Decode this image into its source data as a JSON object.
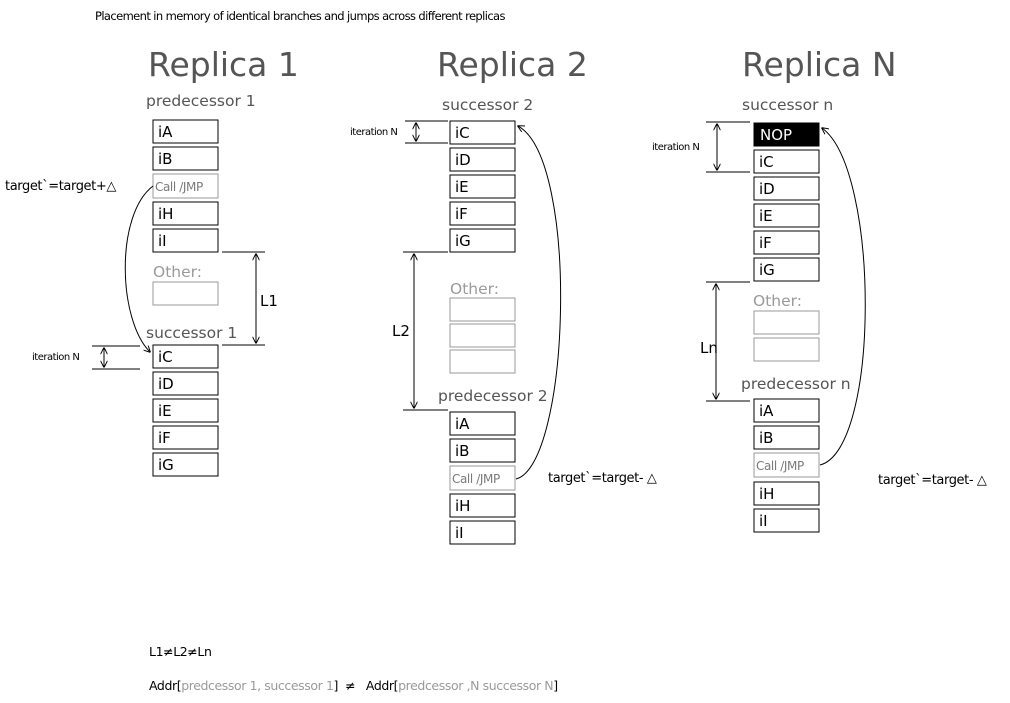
{
  "title": "Placement in memory of identical branches and jumps across different replicas",
  "replicas": [
    {
      "name": "Replica 1",
      "pre_label": "predecessor 1",
      "top_blocks": [
        "iA",
        "iB",
        "Call /JMP",
        "iH",
        "iI"
      ],
      "other_label": "Other:",
      "gap_label": "L1",
      "post_label": "successor 1",
      "bottom_blocks": [
        "iC",
        "iD",
        "iE",
        "iF",
        "iG"
      ],
      "iteration_label": "iteration N",
      "target_label": "target`=target+△"
    },
    {
      "name": "Replica 2",
      "pre_label": "successor 2",
      "top_blocks": [
        "iC",
        "iD",
        "iE",
        "iF",
        "iG"
      ],
      "other_label": "Other:",
      "gap_label": "L2",
      "post_label": "predecessor 2",
      "bottom_blocks": [
        "iA",
        "iB",
        "Call /JMP",
        "iH",
        "iI"
      ],
      "iteration_label": "iteration N",
      "target_label": "target`=target- △"
    },
    {
      "name": "Replica N",
      "pre_label": "successor n",
      "top_blocks": [
        "NOP",
        "iC",
        "iD",
        "iE",
        "iF",
        "iG"
      ],
      "other_label": "Other:",
      "gap_label": "Ln",
      "post_label": "predecessor n",
      "bottom_blocks": [
        "iA",
        "iB",
        "Call /JMP",
        "iH",
        "iI"
      ],
      "iteration_label": "iteration N",
      "target_label": "target`=target- △"
    }
  ],
  "footer": {
    "line1": "L1≠L2≠Ln",
    "line2_prefix": "Addr[",
    "line2_gray1": "predcessor 1, successor 1",
    "line2_mid": "]  ≠   Addr[",
    "line2_gray2": "predcessor ,N successor N",
    "line2_suffix": "]"
  },
  "colors": {
    "text": "#000000",
    "muted": "#555555",
    "gray": "#9a9a9a",
    "nop_fill": "#000000"
  }
}
